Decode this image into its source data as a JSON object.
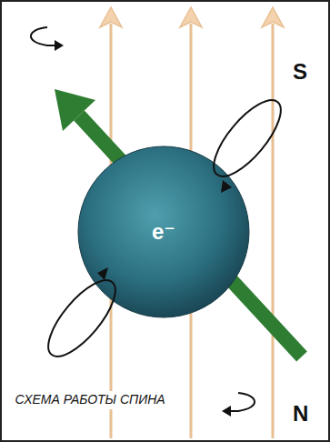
{
  "diagram": {
    "nodes": [
      {
        "text": [
          "e⁻"
        ]
      }
    ],
    "labels": [
      "S",
      "N",
      "СХЕМА РАБОТЫ СПИНА"
    ]
  }
}
